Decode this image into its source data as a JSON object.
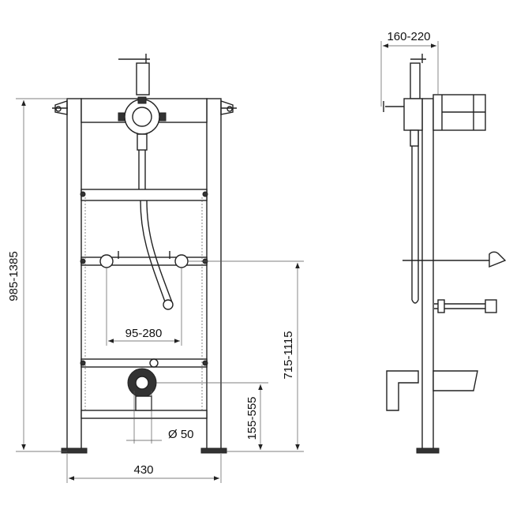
{
  "dimensions": {
    "side_depth": "160-220",
    "total_height": "985-1385",
    "connection_spacing": "95-280",
    "connection_height": "715-1115",
    "drain_height": "155-555",
    "drain_diameter": "Ø 50",
    "frame_width": "430"
  }
}
